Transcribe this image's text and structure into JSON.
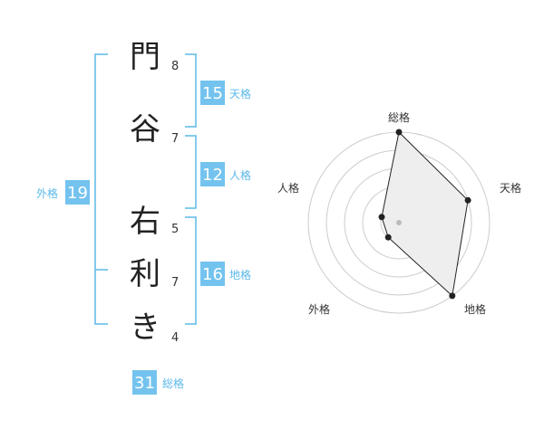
{
  "name": {
    "characters": [
      {
        "char": "門",
        "strokes": "8"
      },
      {
        "char": "谷",
        "strokes": "7"
      },
      {
        "char": "右",
        "strokes": "5"
      },
      {
        "char": "利",
        "strokes": "7"
      },
      {
        "char": "き",
        "strokes": "4"
      }
    ]
  },
  "fortunes": {
    "tenkaku": {
      "label": "天格",
      "value": "15"
    },
    "jinkaku": {
      "label": "人格",
      "value": "12"
    },
    "chikaku": {
      "label": "地格",
      "value": "16"
    },
    "gaikaku": {
      "label": "外格",
      "value": "19"
    },
    "soukaku": {
      "label": "総格",
      "value": "31"
    }
  },
  "radar": {
    "axes": [
      "総格",
      "天格",
      "地格",
      "外格",
      "人格"
    ],
    "scores": [
      5,
      4,
      5,
      1,
      1
    ],
    "max": 5,
    "rings": 5
  },
  "colors": {
    "accent": "#5bb8e8",
    "badge": "#74c3ef",
    "polygon_fill": "#eeeeee",
    "grid": "#cccccc"
  }
}
